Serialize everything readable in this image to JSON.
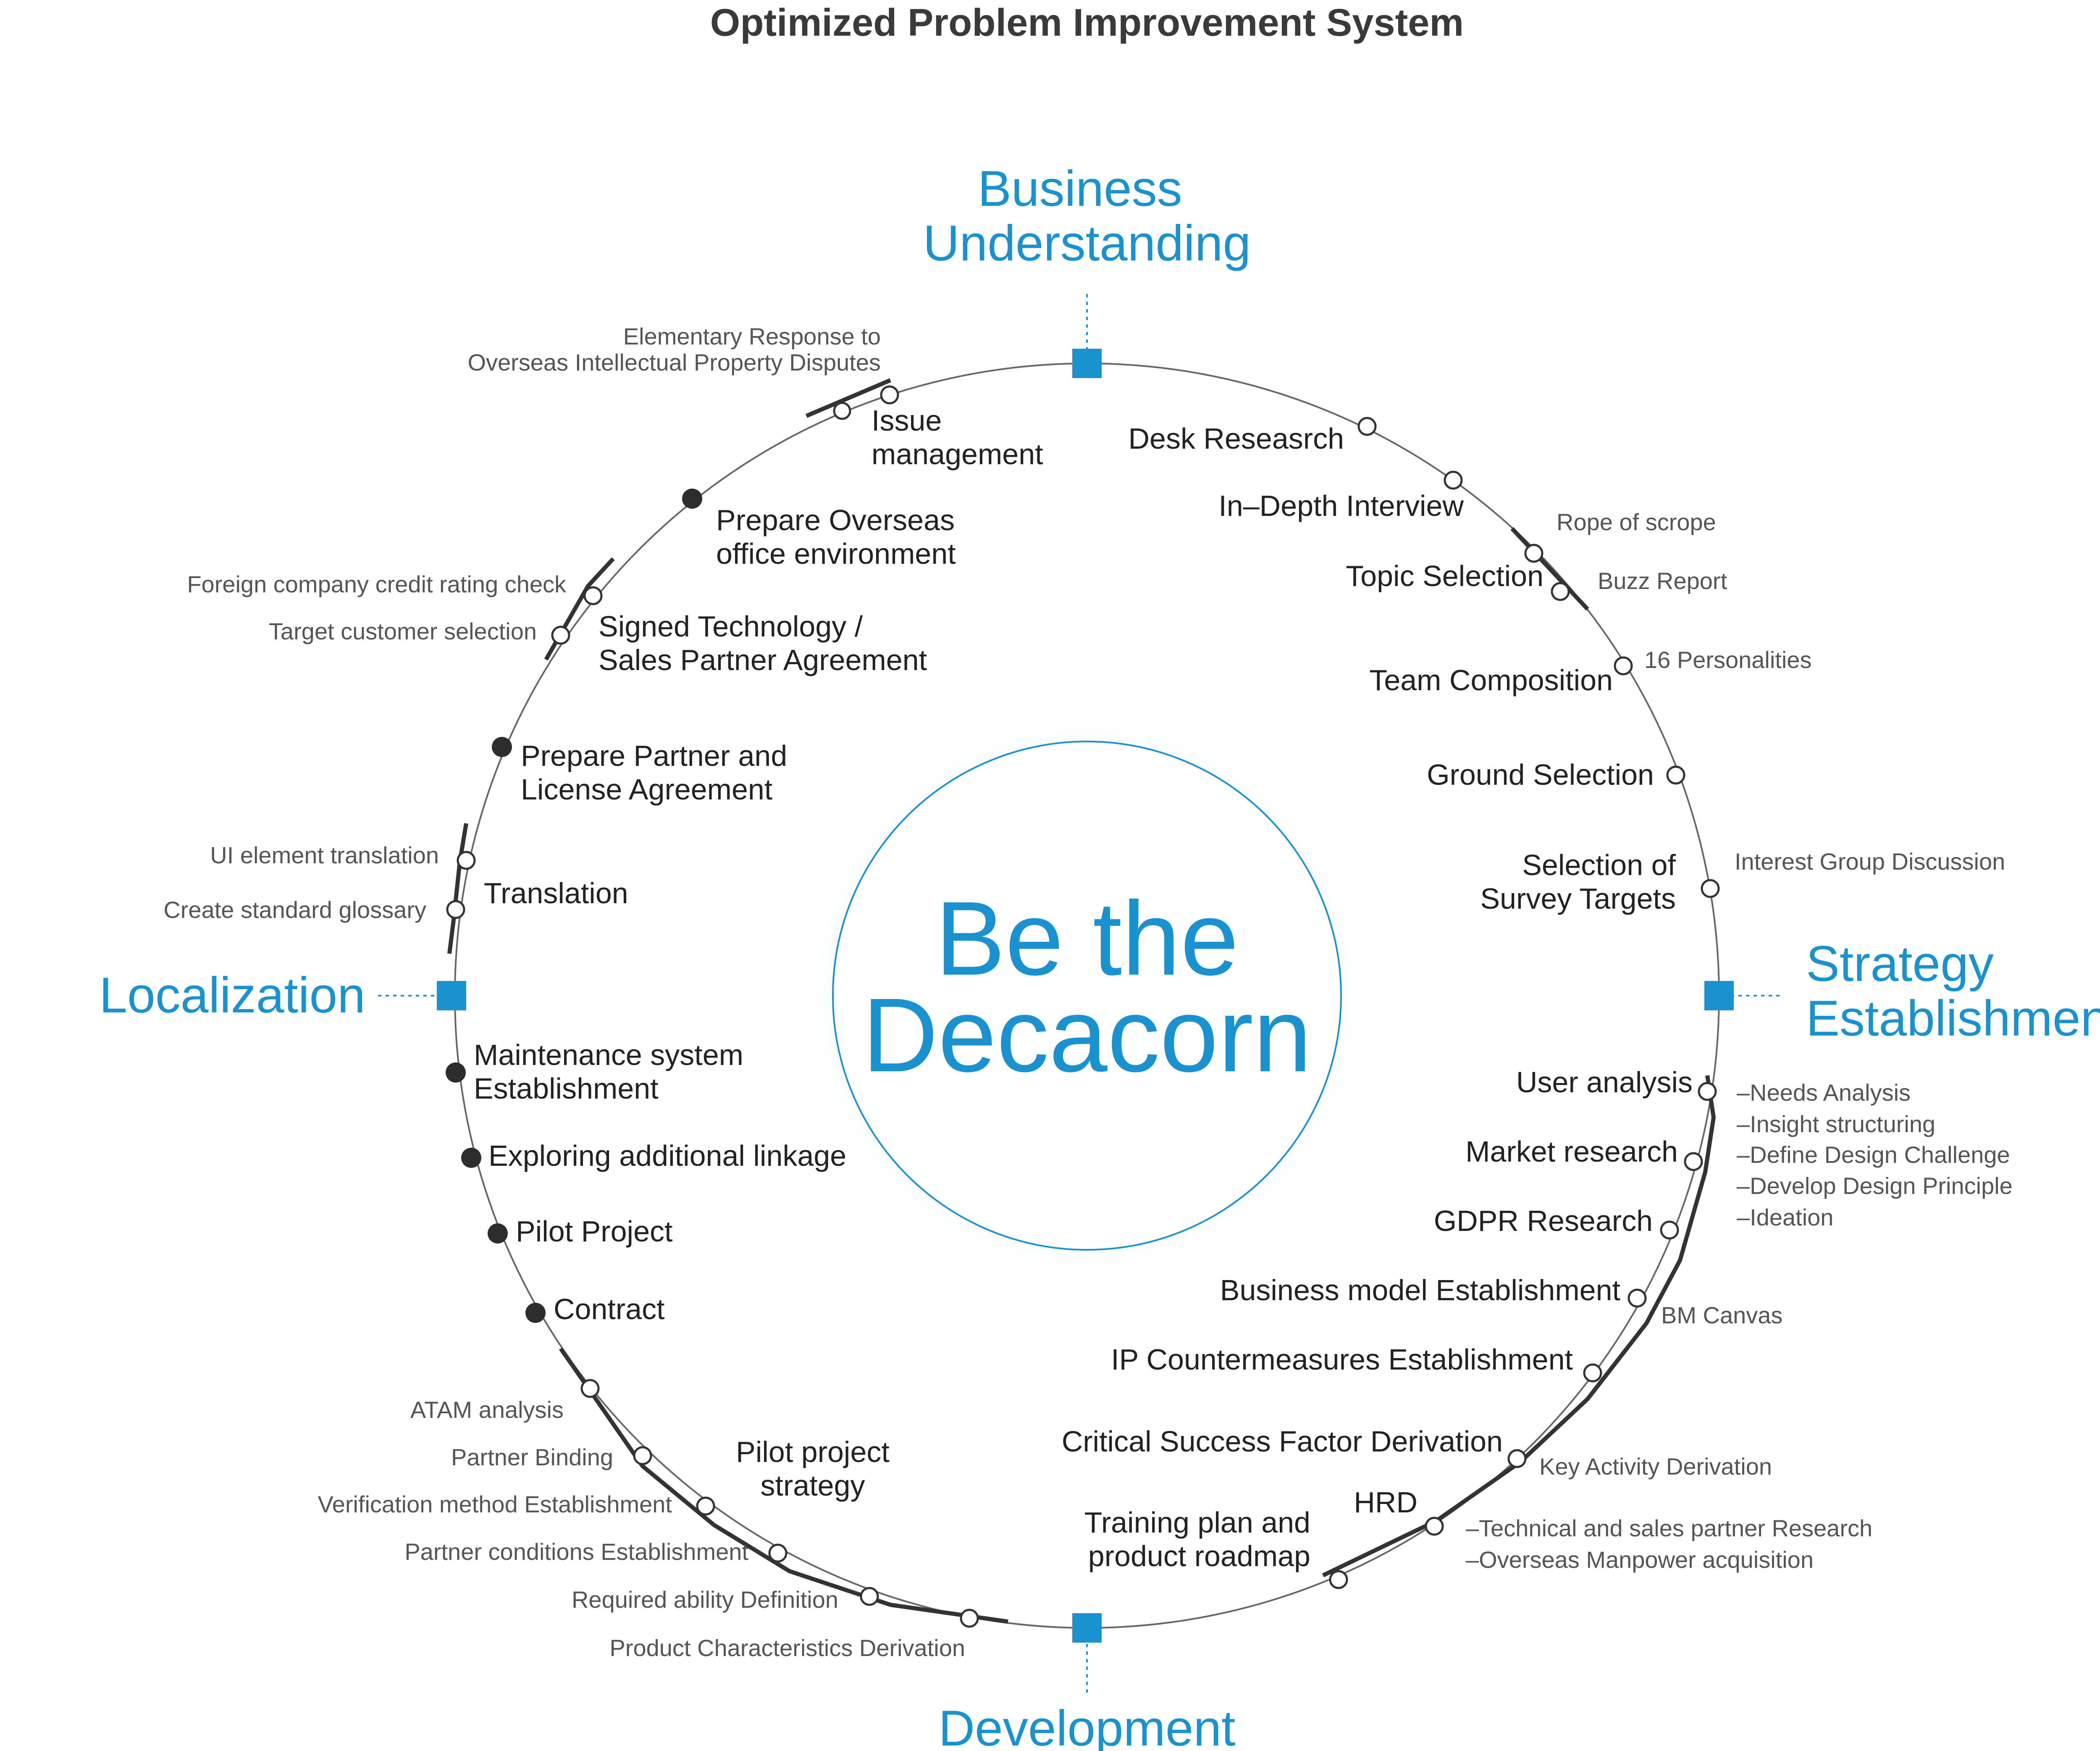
{
  "title": "Optimized Problem Improvement System",
  "center_text": [
    "Be the",
    "Decacorn"
  ],
  "phases": {
    "top": [
      "Business",
      "Understanding"
    ],
    "right": [
      "Strategy",
      "Establishment"
    ],
    "bottom": [
      "Development"
    ],
    "left": [
      "Localization"
    ]
  },
  "steps": [
    {
      "key": "desk",
      "label": [
        "Desk Reseasrch"
      ],
      "dot": "open"
    },
    {
      "key": "idi",
      "label": [
        "In–Depth Interview"
      ],
      "dot": "open"
    },
    {
      "key": "topic",
      "label": [
        "Topic Selection"
      ],
      "dot": "open",
      "notes": [
        "Rope of scrope",
        "Buzz Report"
      ]
    },
    {
      "key": "team",
      "label": [
        "Team Composition"
      ],
      "dot": "open",
      "notes": [
        "16 Personalities"
      ]
    },
    {
      "key": "ground",
      "label": [
        "Ground Selection"
      ],
      "dot": "open"
    },
    {
      "key": "survey",
      "label": [
        "Selection of",
        "Survey Targets"
      ],
      "dot": "open",
      "notes": [
        "Interest Group Discussion"
      ]
    },
    {
      "key": "user",
      "label": [
        "User analysis"
      ],
      "dot": "open",
      "notes": [
        "–Needs Analysis",
        "–Insight structuring",
        "–Define Design Challenge",
        "–Develop Design Principle",
        "–Ideation"
      ]
    },
    {
      "key": "market",
      "label": [
        "Market research"
      ],
      "dot": "open"
    },
    {
      "key": "gdpr",
      "label": [
        "GDPR Research"
      ],
      "dot": "open"
    },
    {
      "key": "bm",
      "label": [
        "Business model Establishment"
      ],
      "dot": "open",
      "notes": [
        "BM Canvas"
      ]
    },
    {
      "key": "ip",
      "label": [
        "IP Countermeasures Establishment"
      ],
      "dot": "open"
    },
    {
      "key": "csf",
      "label": [
        "Critical Success Factor Derivation"
      ],
      "dot": "open",
      "notes": [
        "Key Activity Derivation"
      ]
    },
    {
      "key": "hrd",
      "label": [
        "HRD"
      ],
      "dot": "open",
      "notes": [
        "–Technical and sales partner Research",
        "–Overseas Manpower acquisition"
      ]
    },
    {
      "key": "training",
      "label": [
        "Training plan and",
        "product roadmap"
      ],
      "dot": "open"
    },
    {
      "key": "pilot_strategy",
      "label": [
        "Pilot project",
        "strategy"
      ],
      "dot": "open",
      "notes": [
        "ATAM analysis",
        "Partner Binding",
        "Verification method Establishment",
        "Partner conditions Establishment",
        "Required ability Definition",
        "Product Characteristics Derivation"
      ]
    },
    {
      "key": "contract",
      "label": [
        "Contract"
      ],
      "dot": "filled"
    },
    {
      "key": "pilot",
      "label": [
        "Pilot Project"
      ],
      "dot": "filled"
    },
    {
      "key": "linkage",
      "label": [
        "Exploring additional linkage"
      ],
      "dot": "filled"
    },
    {
      "key": "maintenance",
      "label": [
        "Maintenance system",
        "Establishment"
      ],
      "dot": "filled"
    },
    {
      "key": "translation",
      "label": [
        "Translation"
      ],
      "dot": "open",
      "notes": [
        "UI element translation",
        "Create standard glossary"
      ]
    },
    {
      "key": "partner",
      "label": [
        "Prepare Partner and",
        "License Agreement"
      ],
      "dot": "filled"
    },
    {
      "key": "signed",
      "label": [
        "Signed Technology /",
        "Sales Partner Agreement"
      ],
      "dot": "open",
      "notes": [
        "Foreign company credit rating check",
        "Target customer selection"
      ]
    },
    {
      "key": "office",
      "label": [
        "Prepare Overseas",
        "office environment"
      ],
      "dot": "filled"
    },
    {
      "key": "issue",
      "label": [
        "Issue",
        "management"
      ],
      "dot": "open",
      "notes": [
        "Elementary Response to",
        "Overseas Intellectual Property Disputes"
      ]
    }
  ],
  "colors": {
    "accent": "#1a92cf",
    "ring": "#444444",
    "dot_filled": "#2d2d2d",
    "text": "#222222",
    "subtext": "#555555"
  }
}
